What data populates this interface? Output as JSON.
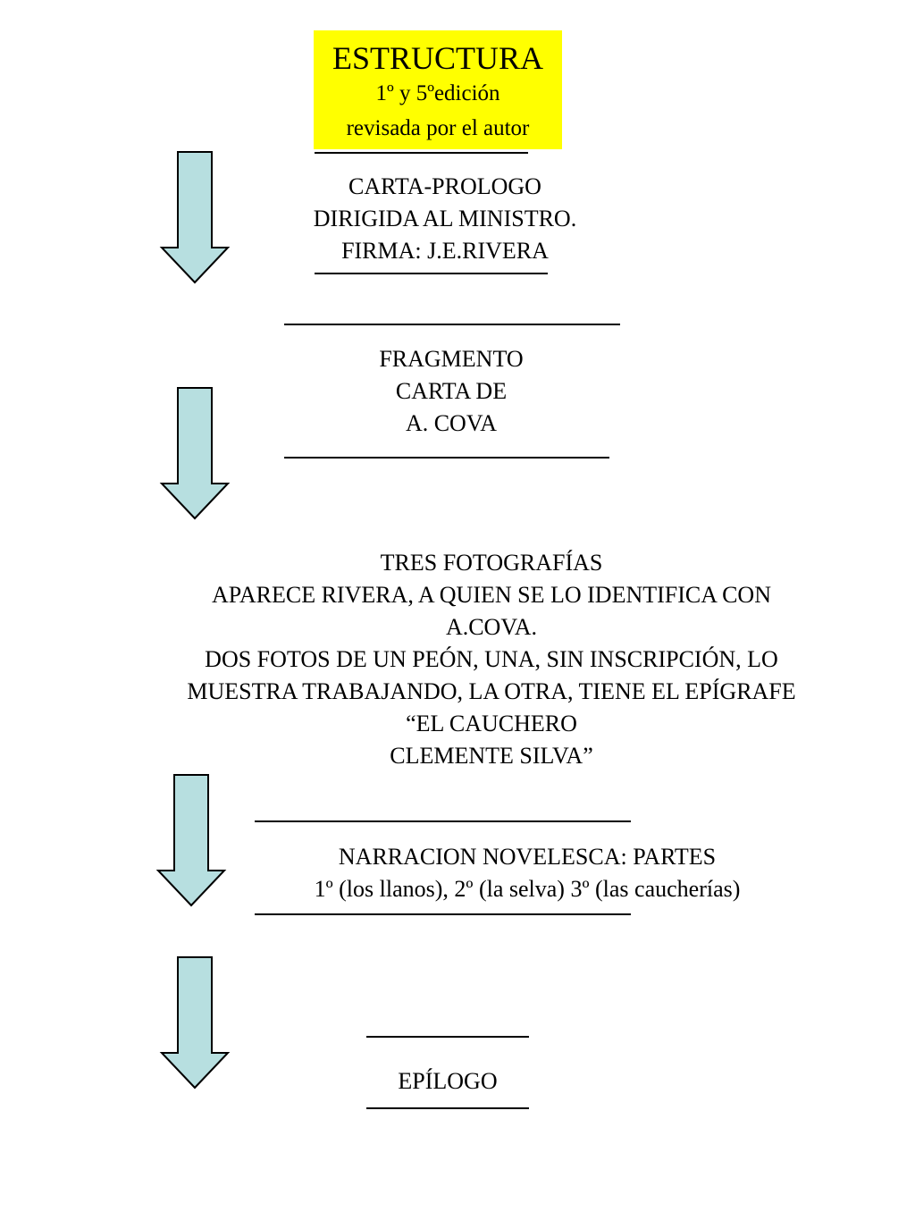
{
  "title": {
    "main": "ESTRUCTURA",
    "line1": "1º y 5ºedición",
    "line2": "revisada por el autor",
    "background": "#ffff00"
  },
  "arrow": {
    "fill": "#b7dfe0",
    "stroke": "#000000",
    "icon": "down-arrow"
  },
  "blocks": {
    "prologo": [
      "CARTA-PROLOGO",
      "DIRIGIDA AL MINISTRO.",
      "FIRMA: J.E.RIVERA"
    ],
    "fragmento": [
      "FRAGMENTO",
      "CARTA DE",
      "A. COVA"
    ],
    "fotos": [
      "TRES FOTOGRAFÍAS",
      "APARECE RIVERA, A QUIEN SE LO IDENTIFICA CON",
      "A.COVA.",
      "DOS FOTOS DE UN PEÓN, UNA, SIN INSCRIPCIÓN, LO",
      "MUESTRA TRABAJANDO, LA OTRA, TIENE EL EPÍGRAFE",
      "“EL CAUCHERO",
      "CLEMENTE SILVA”"
    ],
    "narracion": [
      "NARRACION NOVELESCA: PARTES",
      "1º (los llanos), 2º (la selva) 3º (las caucherías)"
    ],
    "epilogo": "EPÍLOGO"
  }
}
